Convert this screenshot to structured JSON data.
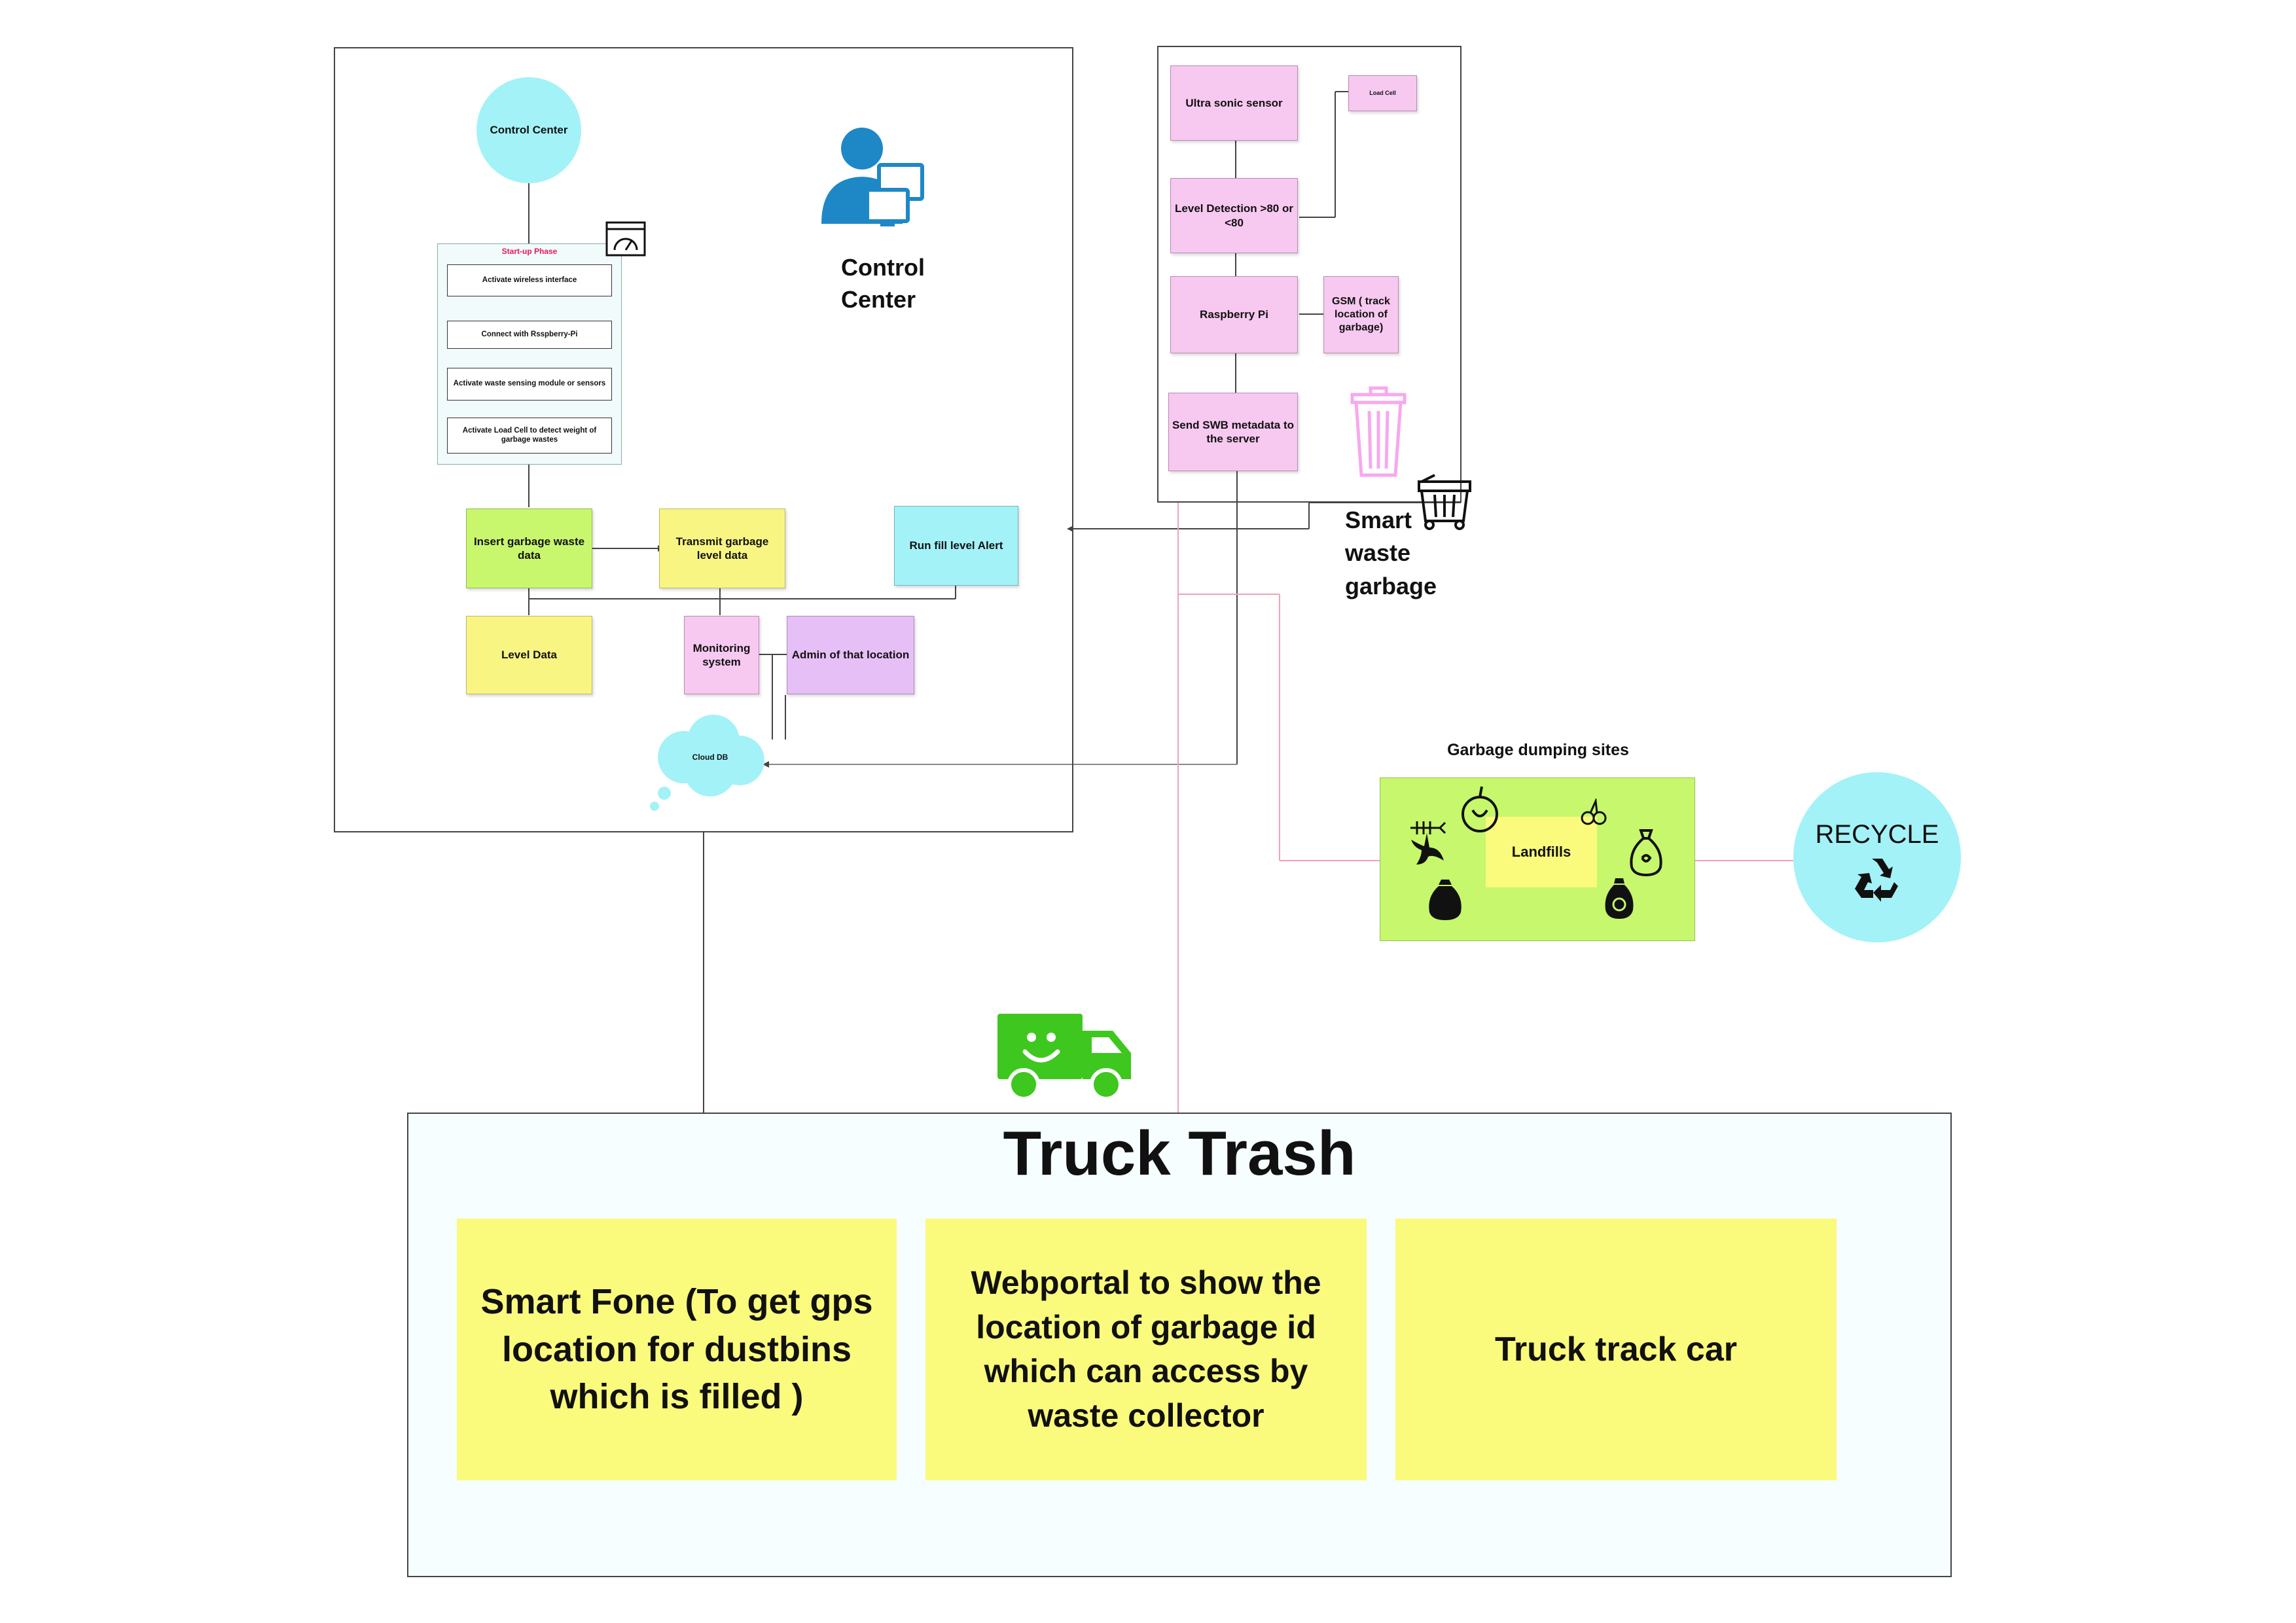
{
  "control_center": {
    "circle_label": "Control Center",
    "title_line1": "Control",
    "title_line2": "Center",
    "startup_phase": "Start-up Phase",
    "steps": [
      "Activate wireless interface",
      "Connect with Rsspberry-Pi",
      "Activate waste sensing module or sensors",
      "Activate Load Cell to detect weight of garbage  wastes"
    ],
    "insert_data": "Insert garbage waste data",
    "transmit_data": "Transmit garbage level data",
    "fill_alert": "Run fill level Alert",
    "level_data": "Level Data",
    "monitoring": "Monitoring system",
    "admin": "Admin of that location",
    "cloud_db": "Cloud DB"
  },
  "smart_bin": {
    "ultrasonic": "Ultra sonic sensor",
    "load_cell": "Load Cell",
    "level_detection": "Level Detection >80 or <80",
    "raspberry": "Raspberry Pi",
    "gsm": "GSM ( track location of garbage)",
    "send_metadata": "Send SWB metadata to the server",
    "label_line1": "Smart",
    "label_line2": "waste",
    "label_line3": "garbage"
  },
  "dumping": {
    "title": "Garbage dumping sites",
    "landfills": "Landfills"
  },
  "recycle": {
    "label": "RECYCLE"
  },
  "truck": {
    "title": "Truck Trash",
    "smart_fone": "Smart Fone (To get gps location for dustbins which is filled )",
    "webportal": "Webportal to show the location of garbage id which can access by waste collector",
    "track_car": "Truck track car"
  },
  "colors": {
    "pink": "#f7c8f0",
    "yellow": "#f8f582",
    "lime": "#c8f76d",
    "cyan": "#a3f2f7",
    "lavender": "#e7bff7",
    "truck_green": "#3ec71f",
    "pale_yellow": "#fafa7d",
    "truck_panel_bg": "#f7feff"
  },
  "icons": [
    "user-computer-icon",
    "dashboard-gauge-icon",
    "trash-can-icon",
    "dumpster-icon",
    "truck-icon",
    "recycle-icon",
    "garbage-bag-icon",
    "banana-peel-icon",
    "fish-bone-icon",
    "apple-core-icon"
  ]
}
